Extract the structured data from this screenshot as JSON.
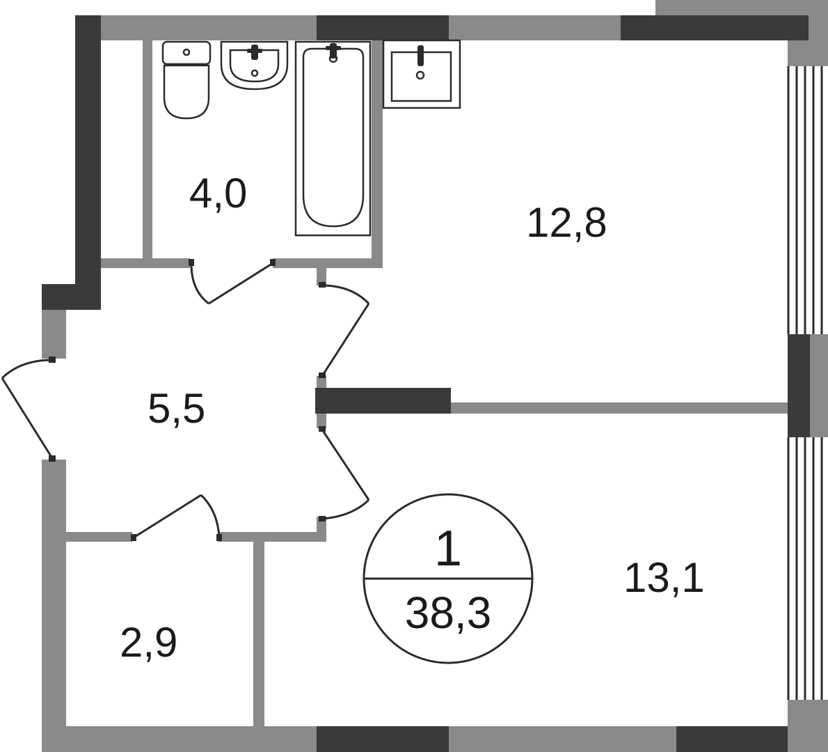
{
  "rooms": [
    {
      "id": "bathroom",
      "area": "4,0"
    },
    {
      "id": "kitchen",
      "area": "12,8"
    },
    {
      "id": "hallway",
      "area": "5,5"
    },
    {
      "id": "storage",
      "area": "2,9"
    },
    {
      "id": "bedroom",
      "area": "13,1"
    }
  ],
  "badge": {
    "rooms": "1",
    "total_area": "38,3"
  },
  "colors": {
    "wall_dark": "#3a3a3a",
    "wall_light": "#8a8a8a",
    "fixture_line": "#2b2b2b",
    "background": "#ffffff"
  },
  "fixtures": [
    "toilet",
    "washbasin",
    "bathtub",
    "kitchen-sink"
  ]
}
